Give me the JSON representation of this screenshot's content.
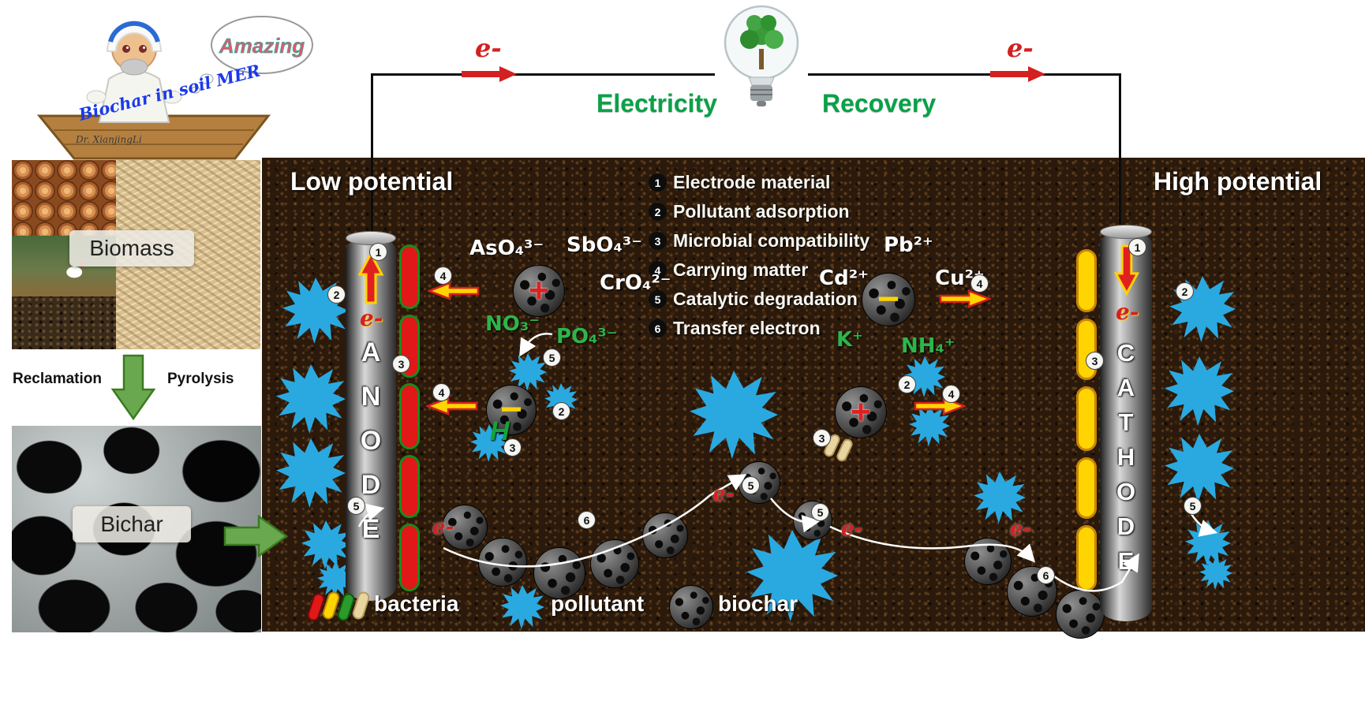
{
  "colors": {
    "electricity_green": "#0aa148",
    "electron_red": "#d42020",
    "pollutant_blue": "#2aa9e1",
    "anode_bacteria_red": "#e01818",
    "cathode_bacteria_yellow": "#ffd400",
    "soil_brown": "#2b1a0b",
    "carrier_arrow_yellow": "#ffd400"
  },
  "header": {
    "thought": "Amazing",
    "boat_caption": "Biochar in soil MER",
    "signature": "Dr. XianjingLi",
    "electron_left": "e-",
    "electron_right": "e-",
    "electricity": "Electricity",
    "recovery": "Recovery"
  },
  "left_column": {
    "biomass": "Biomass",
    "reclamation": "Reclamation",
    "pyrolysis": "Pyrolysis",
    "biochar": "Bichar"
  },
  "panel": {
    "low_potential": "Low potential",
    "high_potential": "High potential",
    "anode_letters": [
      "A",
      "N",
      "O",
      "D",
      "E"
    ],
    "cathode_letters": [
      "C",
      "A",
      "T",
      "H",
      "O",
      "D",
      "E"
    ],
    "anode_electron": "e-",
    "cathode_electron": "e-"
  },
  "key": {
    "items": [
      {
        "num": "1",
        "label": "Electrode material"
      },
      {
        "num": "2",
        "label": "Pollutant adsorption"
      },
      {
        "num": "3",
        "label": "Microbial compatibility"
      },
      {
        "num": "4",
        "label": "Carrying matter"
      },
      {
        "num": "5",
        "label": "Catalytic degradation"
      },
      {
        "num": "6",
        "label": "Transfer electron"
      }
    ]
  },
  "ions": {
    "aso4": "AsO₄³⁻",
    "sbo4": "SbO₄³⁻",
    "cro4": "CrO₄²⁻",
    "no3": "NO₃⁻",
    "po4": "PO₄³⁻",
    "pb": "Pb²⁺",
    "cd": "Cd²⁺",
    "cu": "Cu²⁺",
    "k": "K⁺",
    "nh4": "NH₄⁺"
  },
  "charges": {
    "left_upper_plus": "+",
    "left_lower_minus": "−",
    "left_lower_h": "H",
    "right_upper_minus": "−",
    "right_lower_plus": "+"
  },
  "badges": {
    "anode": [
      "1",
      "2",
      "3",
      "5"
    ],
    "cathode": [
      "1",
      "2",
      "3",
      "5"
    ],
    "left_upper": [
      "4"
    ],
    "left_lower": [
      "4",
      "5",
      "2",
      "3"
    ],
    "right_upper": [
      "4"
    ],
    "right_lower": [
      "2",
      "3",
      "4"
    ],
    "path": [
      "6",
      "5",
      "5",
      "6"
    ]
  },
  "path_electrons": [
    "e-",
    "e-",
    "e-",
    "e-"
  ],
  "bottom_legend": {
    "bacteria": "bacteria",
    "pollutant": "pollutant",
    "biochar": "biochar"
  }
}
